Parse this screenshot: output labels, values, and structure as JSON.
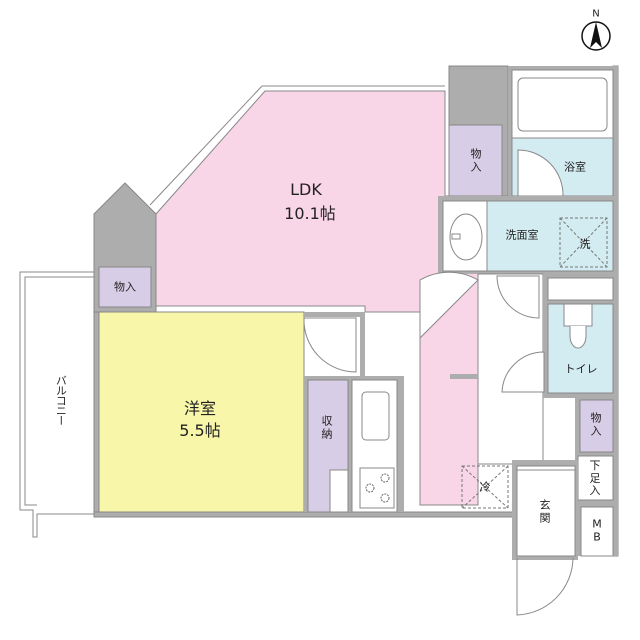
{
  "compass": {
    "label": "N",
    "icon": "north-arrow-icon"
  },
  "colors": {
    "wall": "#9b9b9b",
    "wall_fill": "#adadad",
    "ldk": "#f8d5e7",
    "western_room": "#f8f6a8",
    "storage": "#d8cde6",
    "wet_area": "#d3ecf2",
    "outline": "#7a7a7a"
  },
  "rooms": {
    "ldk": {
      "name": "LDK",
      "size": "10.1帖"
    },
    "western": {
      "name": "洋室",
      "size": "5.5帖"
    },
    "storage_left": {
      "name": "物入"
    },
    "storage_top": {
      "name": "物\n入"
    },
    "closet": {
      "name": "収\n納"
    },
    "balcony": {
      "name": "バルコニー"
    },
    "bathroom": {
      "name": "浴室"
    },
    "washroom": {
      "name": "洗面室"
    },
    "washer": {
      "name": "洗"
    },
    "toilet": {
      "name": "トイレ"
    },
    "storage_right": {
      "name": "物\n入"
    },
    "shoe_box": {
      "name": "下\n足\n入"
    },
    "entrance": {
      "name": "玄\n関"
    },
    "meter_box": {
      "name": "M\nB"
    },
    "fridge": {
      "name": "冷"
    }
  }
}
